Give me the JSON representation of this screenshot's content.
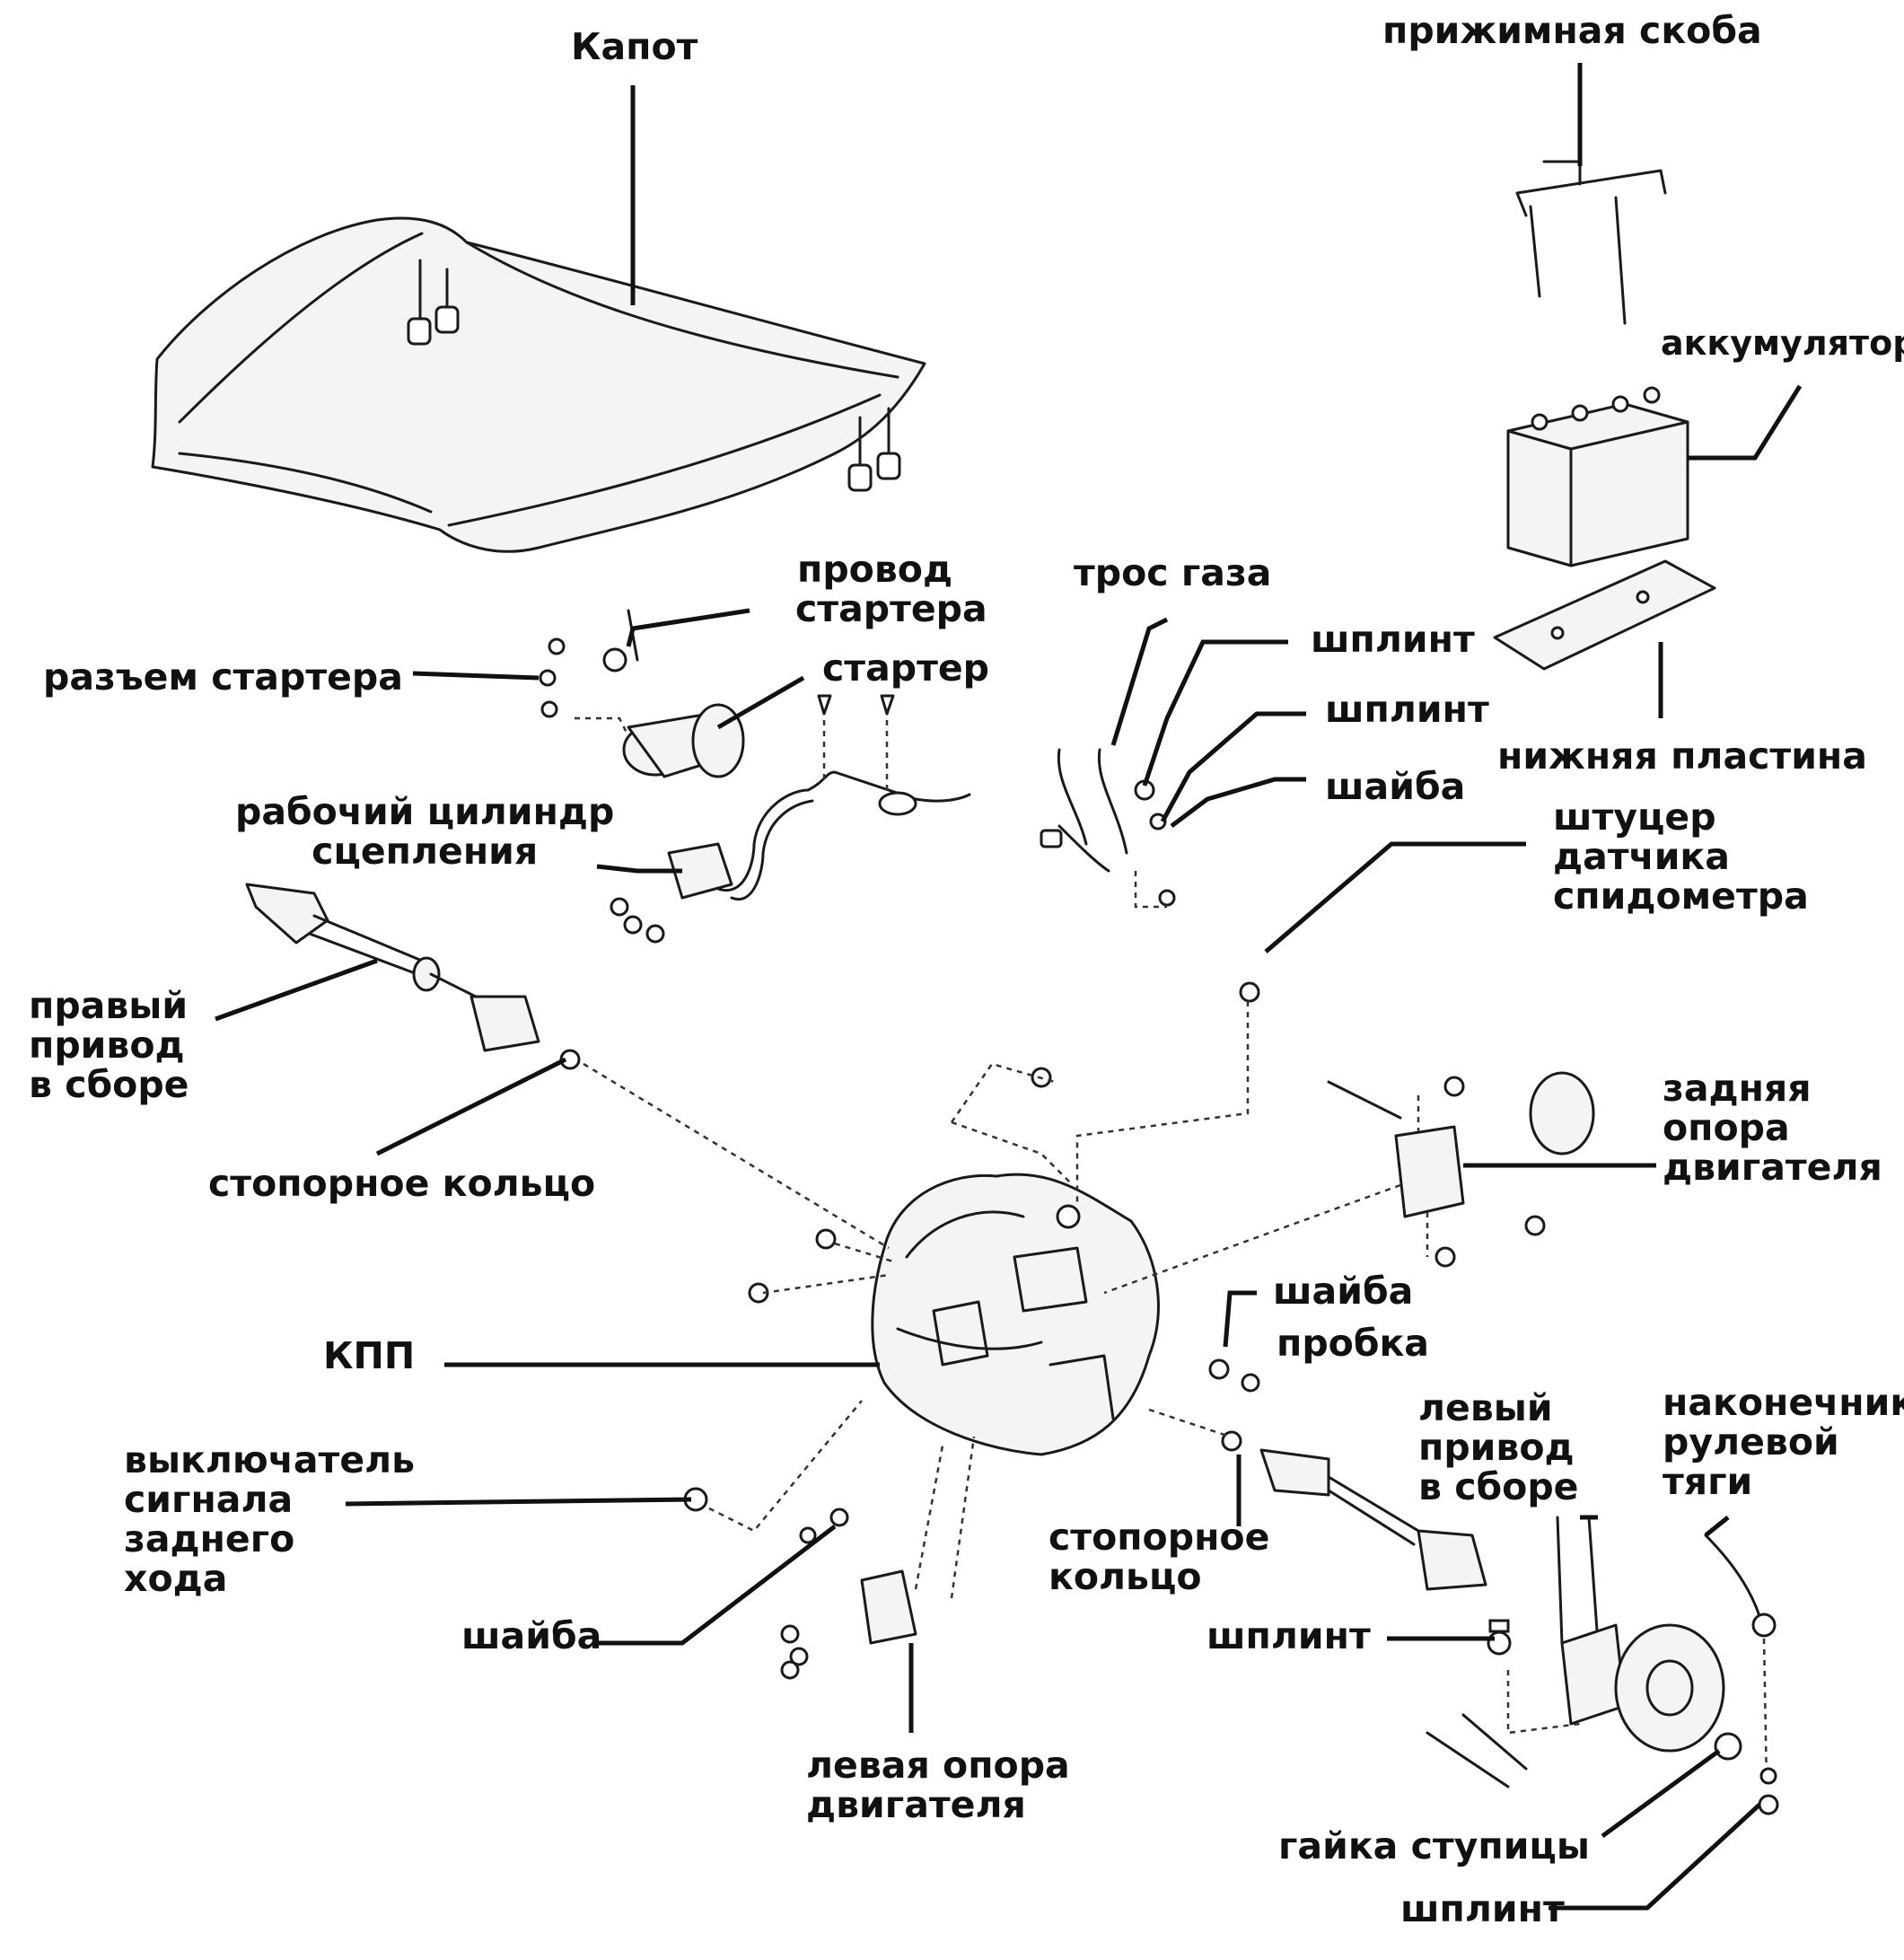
{
  "labels": {
    "hood": "Капот",
    "clamp": "прижимная скоба",
    "battery": "аккумулятор",
    "starter_wire": [
      "провод",
      "стартера"
    ],
    "starter_connector": "разъем стартера",
    "starter": "стартер",
    "throttle_cable": "трос газа",
    "cotter_pin_1": "шплинт",
    "cotter_pin_2": "шплинт",
    "washer_1": "шайба",
    "bottom_plate": "нижняя пластина",
    "clutch_cylinder": [
      "рабочий цилиндр",
      "сцепления"
    ],
    "speedo_fitting": [
      "штуцер",
      "датчика",
      "спидометра"
    ],
    "right_drive": [
      "правый",
      "привод",
      "в сборе"
    ],
    "snap_ring_1": "стопорное кольцо",
    "rear_mount": [
      "задняя",
      "опора",
      "двигателя"
    ],
    "washer_2": "шайба",
    "plug": "пробка",
    "gearbox": "КПП",
    "left_drive": [
      "левый",
      "привод",
      "в сборе"
    ],
    "tie_rod_end": [
      "наконечник",
      "рулевой",
      "тяги"
    ],
    "reverse_switch": [
      "выключатель",
      "сигнала",
      "заднего",
      "хода"
    ],
    "snap_ring_2": [
      "стопорное",
      "кольцо"
    ],
    "cotter_pin_3": "шплинт",
    "washer_3": "шайба",
    "left_mount": [
      "левая опора",
      "двигателя"
    ],
    "hub_nut": "гайка ступицы",
    "cotter_pin_4": "шплинт"
  }
}
